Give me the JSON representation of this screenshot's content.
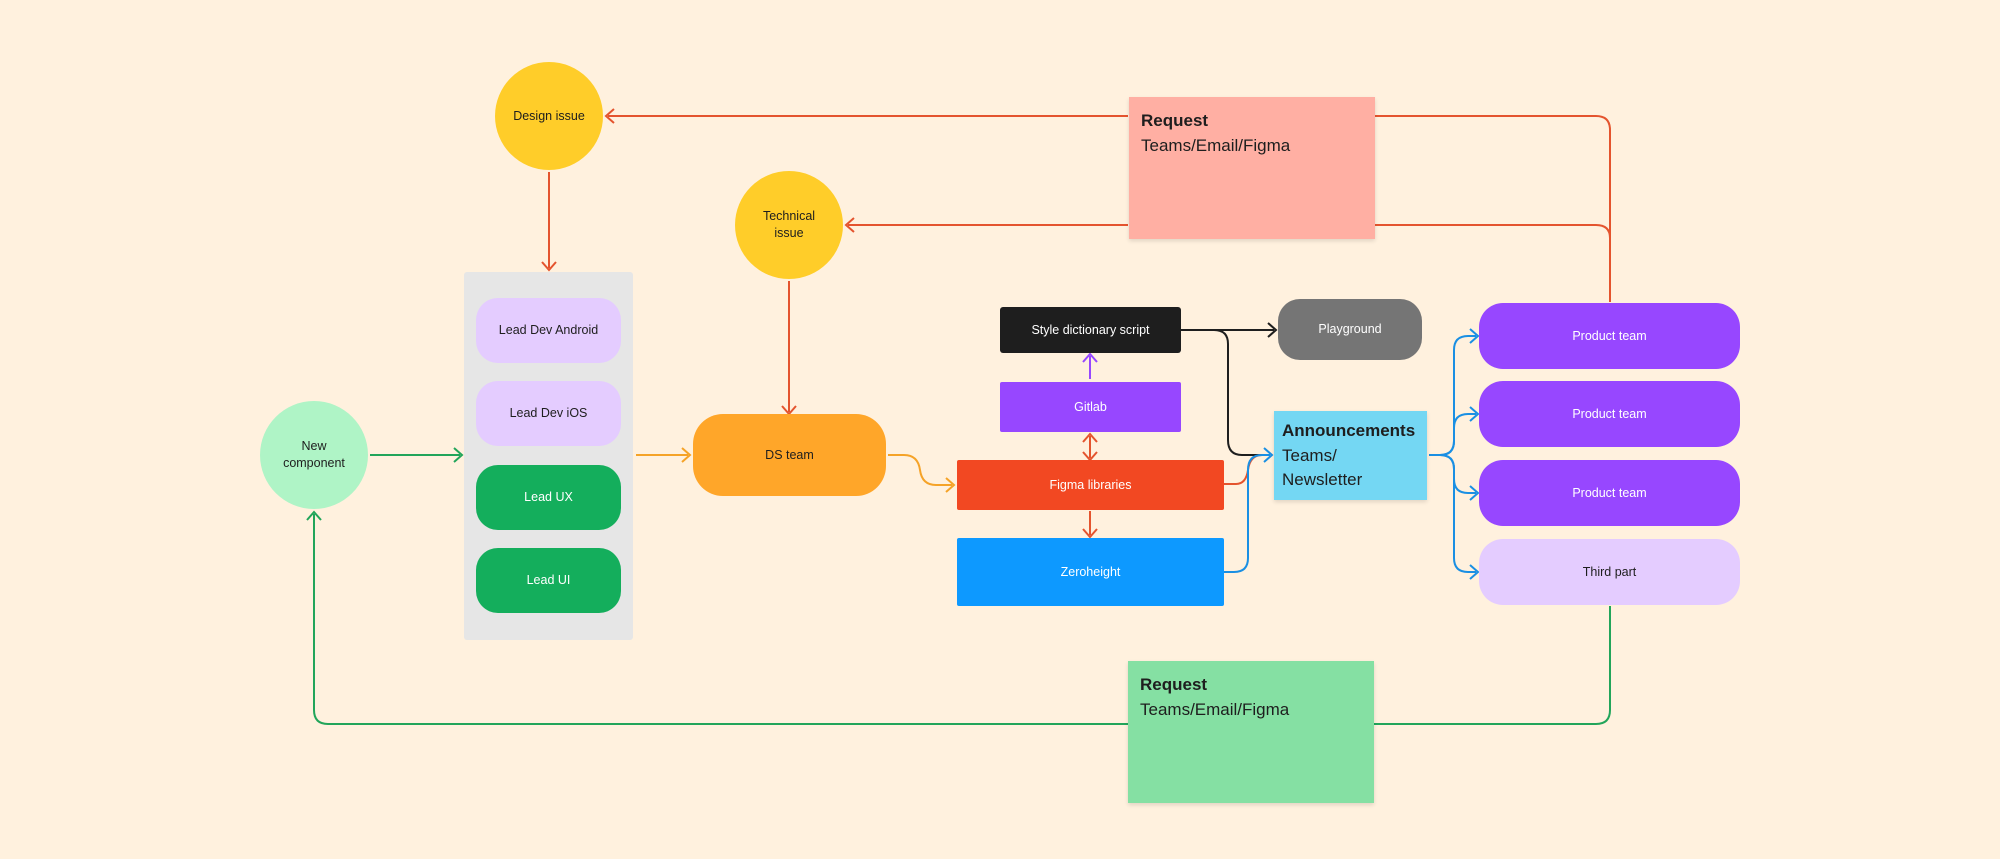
{
  "colors": {
    "background": "#fff1de",
    "red_line": "#e4542e",
    "green_line": "#22a55a",
    "blue_line": "#1a8fe3",
    "orange_line": "#f5a328",
    "purple_line": "#9747ff",
    "black_line": "#1e1e1e"
  },
  "nodes": {
    "design_issue": "Design issue",
    "technical_issue": "Technical issue",
    "new_component": "New component",
    "lead_dev_android": "Lead Dev Android",
    "lead_dev_ios": "Lead Dev iOS",
    "lead_ux": "Lead UX",
    "lead_ui": "Lead UI",
    "ds_team": "DS team",
    "style_dictionary_script": "Style dictionary script",
    "gitlab": "Gitlab",
    "figma_libraries": "Figma libraries",
    "zeroheight": "Zeroheight",
    "playground": "Playground",
    "product_team_1": "Product team",
    "product_team_2": "Product team",
    "product_team_3": "Product team",
    "third_part": "Third part"
  },
  "stickies": {
    "request_top": {
      "title": "Request",
      "body": "Teams/Email/Figma"
    },
    "announcements": {
      "title": "Announcements",
      "body_line1": "Teams/",
      "body_line2": "Newsletter"
    },
    "request_bottom": {
      "title": "Request",
      "body": "Teams/Email/Figma"
    }
  }
}
